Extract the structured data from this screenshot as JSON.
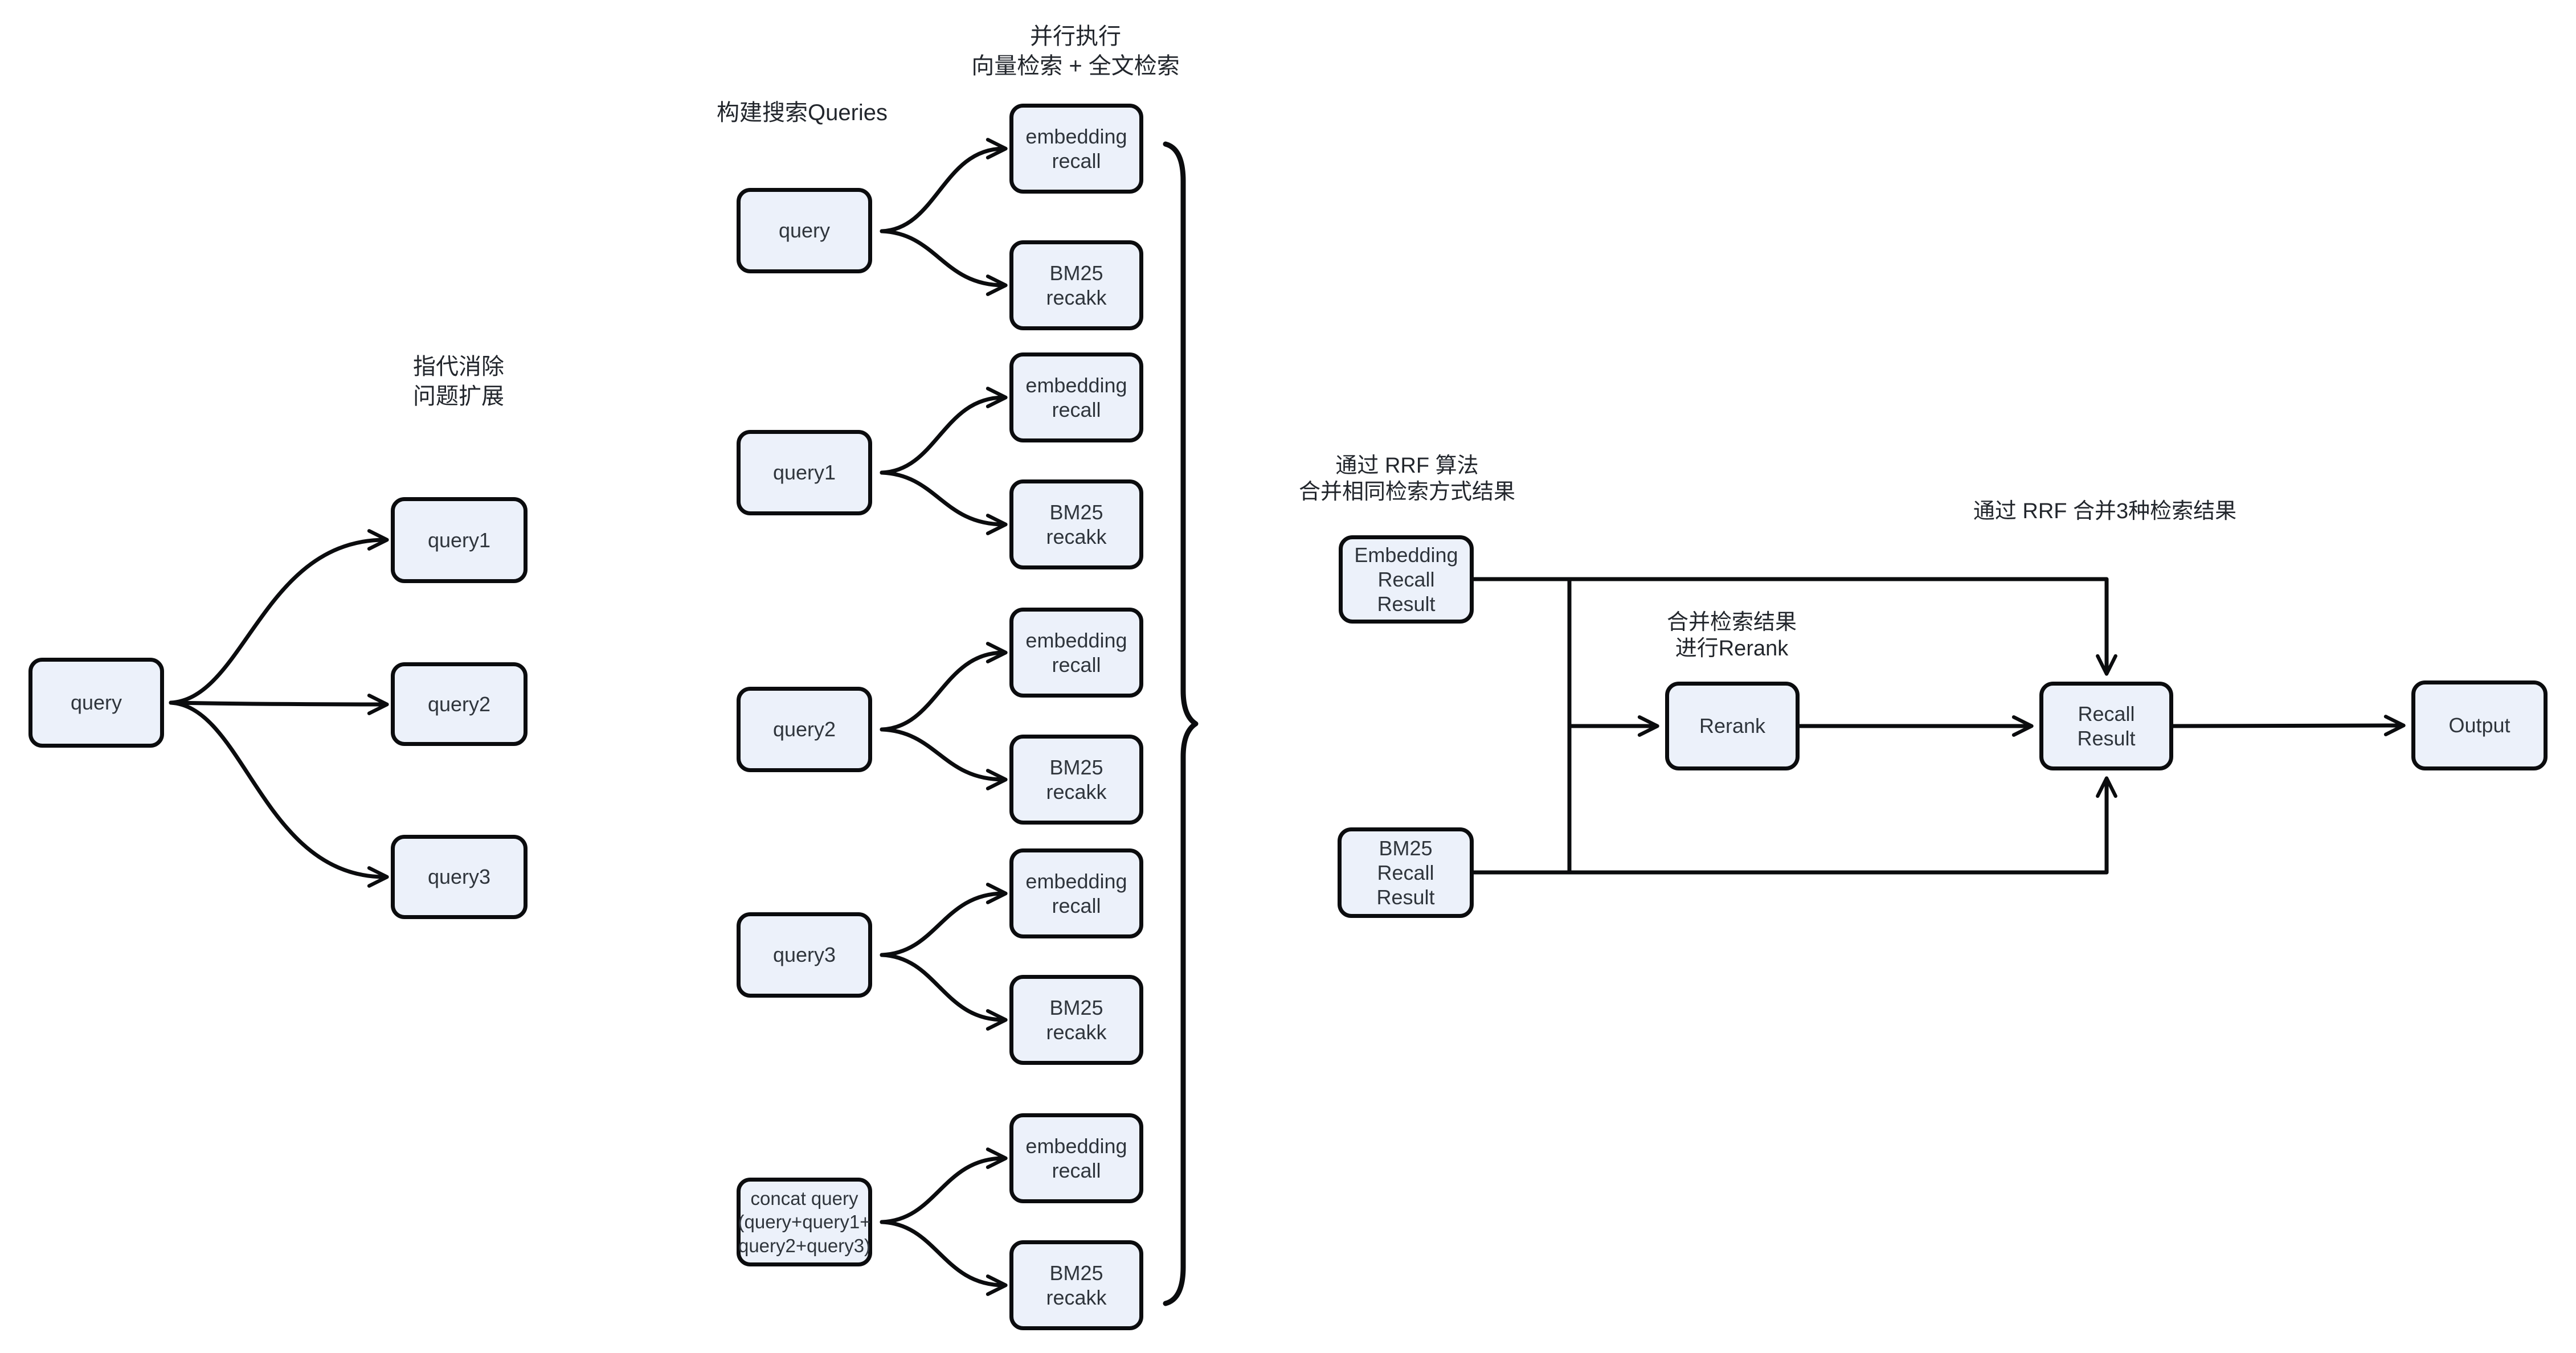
{
  "colors": {
    "background": "#ffffff",
    "box_fill": "#ECF1FA",
    "box_border": "#0b0c0e",
    "connector": "#0b0c0e",
    "box_text": "#2f353c",
    "annotation_text": "#22262c"
  },
  "annotations": {
    "coref": "指代消除\n问题扩展",
    "build_queries": "构建搜索Queries",
    "parallel_exec": "并行执行\n向量检索 + 全文检索",
    "rrf_same_method": "通过 RRF 算法\n合并相同检索方式结果",
    "merge_rerank": "合并检索结果\n进行Rerank",
    "rrf_merge_three": "通过 RRF 合并3种检索结果"
  },
  "left_flow": {
    "query": "query",
    "query1": "query1",
    "query2": "query2",
    "query3": "query3"
  },
  "middle_flow": {
    "groups": [
      {
        "source": "query",
        "embedding": "embedding\nrecall",
        "bm25": "BM25\nrecakk"
      },
      {
        "source": "query1",
        "embedding": "embedding\nrecall",
        "bm25": "BM25\nrecakk"
      },
      {
        "source": "query2",
        "embedding": "embedding\nrecall",
        "bm25": "BM25\nrecakk"
      },
      {
        "source": "query3",
        "embedding": "embedding\nrecall",
        "bm25": "BM25\nrecakk"
      },
      {
        "source": "concat query\n(query+query1+\nquery2+query3)",
        "embedding": "embedding\nrecall",
        "bm25": "BM25\nrecakk"
      }
    ]
  },
  "right_flow": {
    "embedding_result": "Embedding\nRecall\nResult",
    "bm25_result": "BM25\nRecall\nResult",
    "rerank": "Rerank",
    "recall_result": "Recall\nResult",
    "output": "Output"
  }
}
